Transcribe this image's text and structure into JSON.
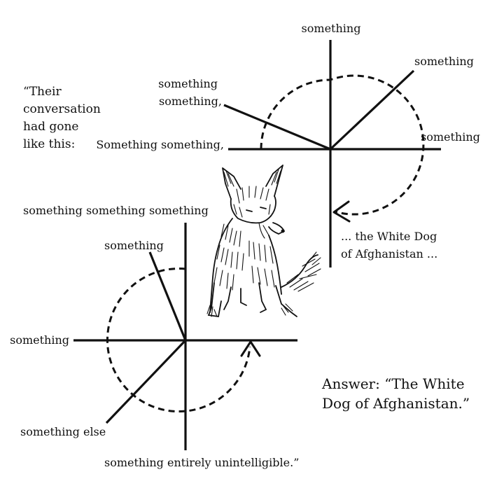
{
  "intro": {
    "lines": [
      "“Their",
      "conversation",
      "had gone",
      "like this:"
    ]
  },
  "diagram_top": {
    "label_top": "something",
    "label_upper_right": "something",
    "label_upper_left_1": "something",
    "label_upper_left_2": "something,",
    "label_left": "Something something,",
    "label_right": "something",
    "label_end_1": "... the White Dog",
    "label_end_2": "of Afghanistan ..."
  },
  "diagram_bottom": {
    "label_top": "something something something",
    "label_upper_left": "something",
    "label_left": "something",
    "label_lower_left": "something else",
    "label_bottom": "something entirely unintelligible.”"
  },
  "answer": {
    "line1": "Answer: “The White",
    "line2": "Dog of Afghanistan.”"
  },
  "illustration": {
    "icon": "white-dog-illustration"
  }
}
